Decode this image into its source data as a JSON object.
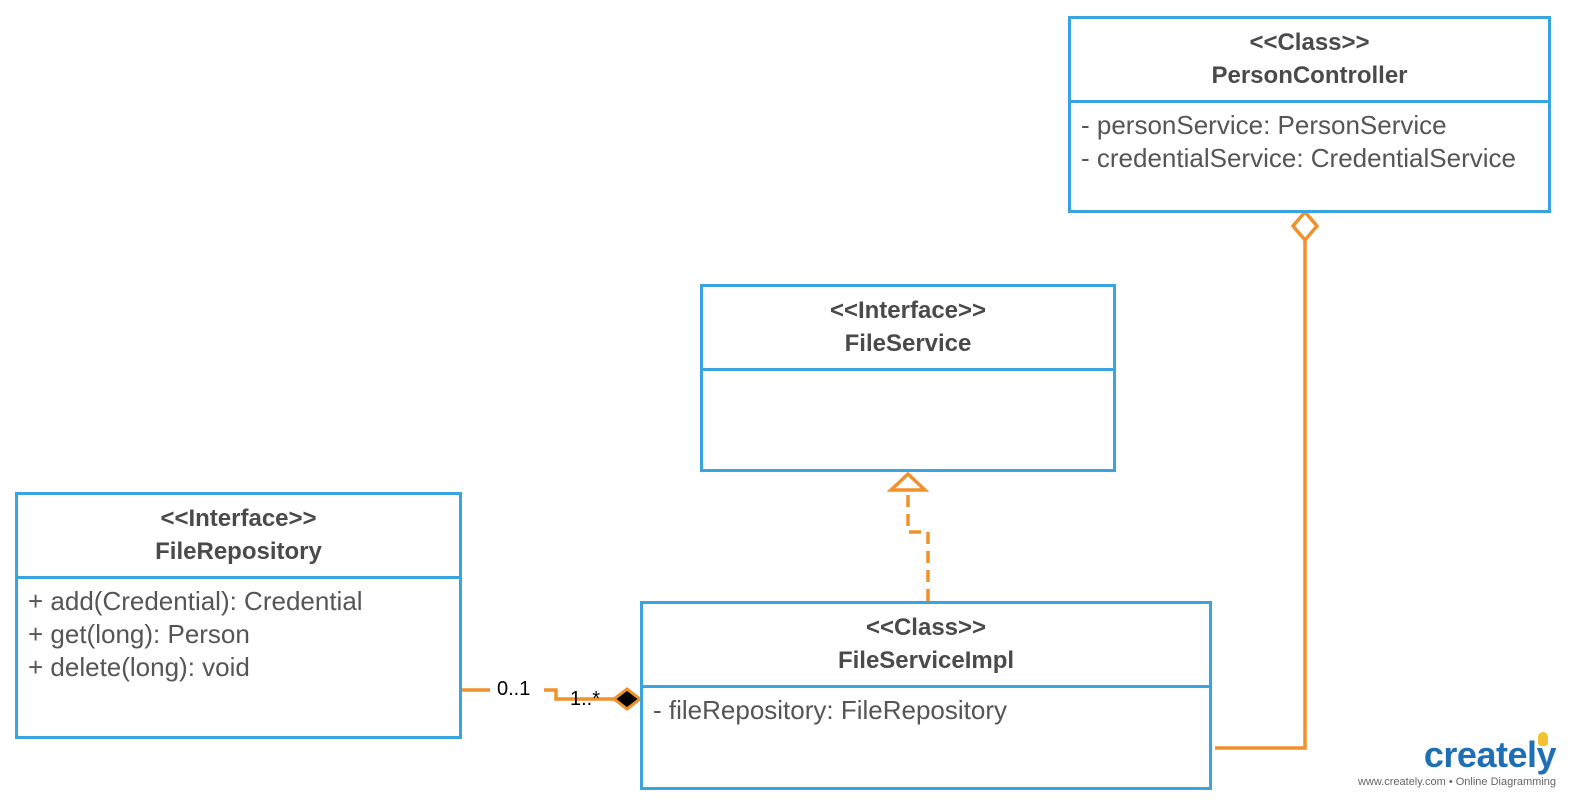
{
  "classes": {
    "person_controller": {
      "stereotype": "<<Class>>",
      "name": "PersonController",
      "members": [
        "- personService: PersonService",
        "- credentialService: CredentialService"
      ]
    },
    "file_service": {
      "stereotype": "<<Interface>>",
      "name": "FileService",
      "members": []
    },
    "file_repository": {
      "stereotype": "<<Interface>>",
      "name": "FileRepository",
      "members": [
        "+ add(Credential): Credential",
        "+ get(long): Person",
        "+ delete(long): void"
      ]
    },
    "file_service_impl": {
      "stereotype": "<<Class>>",
      "name": "FileServiceImpl",
      "members": [
        "- fileRepository: FileRepository"
      ]
    }
  },
  "relations": {
    "composition": {
      "from": "FileRepository",
      "to": "FileServiceImpl",
      "source_multiplicity": "0..1",
      "target_multiplicity": "1..*"
    },
    "realization": {
      "from": "FileServiceImpl",
      "to": "FileService"
    },
    "aggregation": {
      "from": "FileServiceImpl",
      "to": "PersonController"
    }
  },
  "colors": {
    "class_border": "#3aa4e0",
    "connector": "#f0912c"
  },
  "branding": {
    "logo_text": "creately",
    "tagline": "www.creately.com • Online Diagramming"
  }
}
